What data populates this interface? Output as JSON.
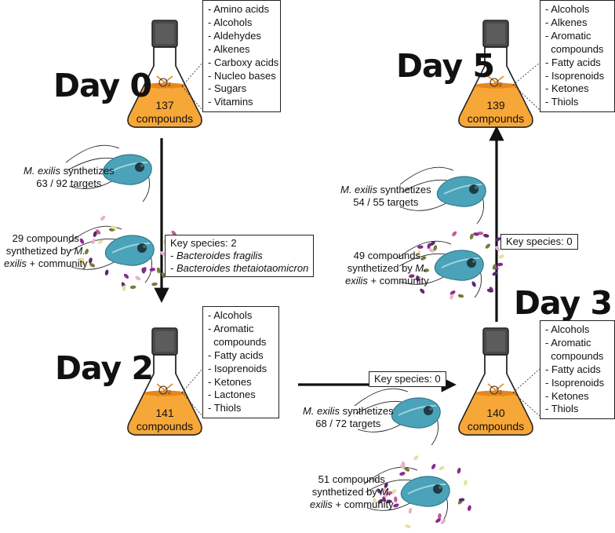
{
  "stages": [
    {
      "day": "Day 0",
      "count": "137",
      "unit": "compounds",
      "compounds": [
        "- Amino acids",
        "- Alcohols",
        "- Aldehydes",
        "- Alkenes",
        "- Carboxy acids",
        "- Nucleo bases",
        "- Sugars",
        "- Vitamins"
      ]
    },
    {
      "day": "Day 2",
      "count": "141",
      "unit": "compounds",
      "compounds": [
        "- Alcohols",
        "- Aromatic",
        "  compounds",
        "- Fatty acids",
        "- Isoprenoids",
        "- Ketones",
        "- Lactones",
        "- Thiols"
      ]
    },
    {
      "day": "Day 3",
      "count": "140",
      "unit": "compounds",
      "compounds": [
        "- Alcohols",
        "- Aromatic",
        "  compounds",
        "- Fatty acids",
        "- Isoprenoids",
        "- Ketones",
        "- Thiols"
      ]
    },
    {
      "day": "Day 5",
      "count": "139",
      "unit": "compounds",
      "compounds": [
        "- Alcohols",
        "- Alkenes",
        "- Aromatic",
        "  compounds",
        "- Fatty acids",
        "- Isoprenoids",
        "- Ketones",
        "- Thiols"
      ]
    }
  ],
  "oxygen_label": "O2",
  "transitions": [
    {
      "synth_species": "M. exilis",
      "synth_text": " synthetizes",
      "synth_targets": "63 / 92 targets",
      "community_line1": "29 compounds",
      "community_line2_pre": "synthetized by ",
      "community_line2_species": "M.",
      "community_line3_species": "exilis",
      "community_line3_post": " + community",
      "key_species": "Key species: 2",
      "key_list": [
        "- Bacteroides fragilis",
        "- Bacteroides thetaiotaomicron"
      ]
    },
    {
      "synth_species": "M. exilis",
      "synth_text": " synthetizes",
      "synth_targets": "68 / 72 targets",
      "community_line1": "51 compounds",
      "community_line2_pre": "synthetized by ",
      "community_line2_species": "M.",
      "community_line3_species": "exilis",
      "community_line3_post": " + community",
      "key_species": "Key species: 0"
    },
    {
      "synth_species": "M. exilis",
      "synth_text": " synthetizes",
      "synth_targets": "54 / 55 targets",
      "community_line1": "49 compounds",
      "community_line2_pre": "synthetized by ",
      "community_line2_species": "M.",
      "community_line3_species": "exilis",
      "community_line3_post": " + community",
      "key_species": "Key species: 0"
    }
  ],
  "colors": {
    "liquid": "#f7a738",
    "liquid_top": "#e8861a",
    "cap": "#4a4a4a",
    "cell": "#4aa3b8",
    "cell_light": "#9fd3e0",
    "nucleus": "#1e3a44",
    "arrow": "#111111"
  }
}
